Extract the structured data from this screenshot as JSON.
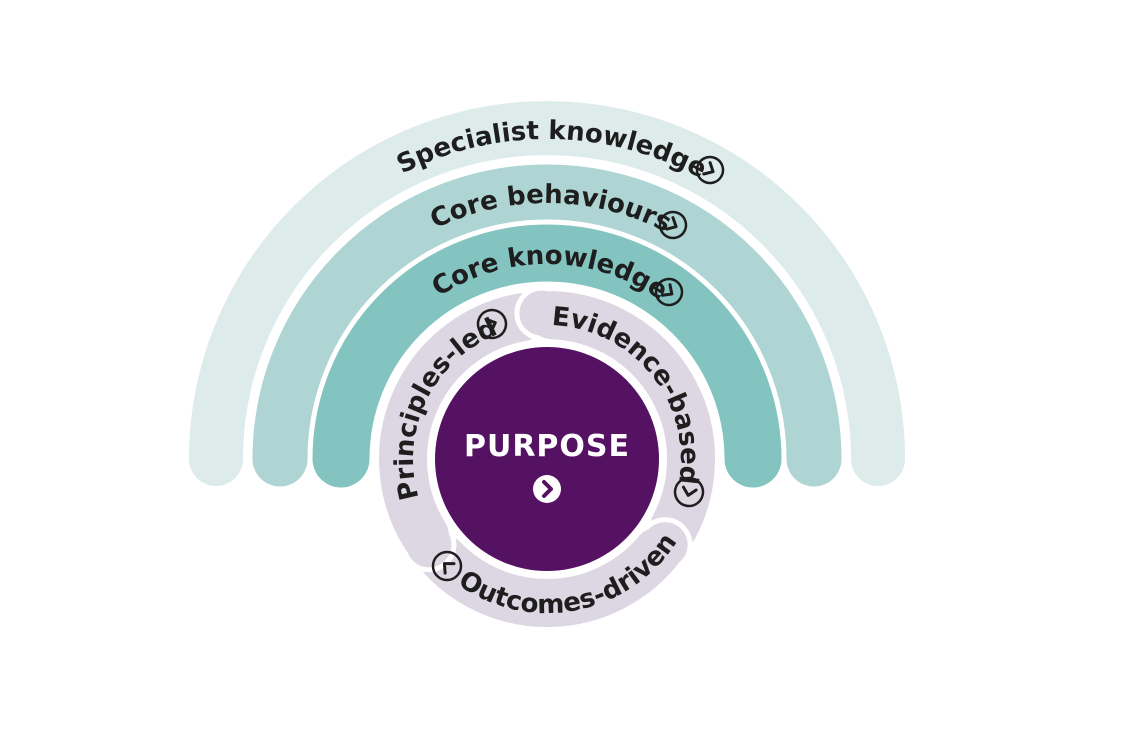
{
  "colors": {
    "purple": "#551162",
    "lavender": "#ddd6e3",
    "teal_inner": "#83c3c0",
    "teal_middle": "#aed5d3",
    "teal_outer": "#ddeceb",
    "ink": "#1e1e1e",
    "white": "#ffffff"
  },
  "center": {
    "label": "PURPOSE",
    "icon": "chevron-right-icon"
  },
  "ring": {
    "segments": [
      {
        "label": "Principles-led",
        "icon": "chevron-circle-icon"
      },
      {
        "label": "Evidence-based",
        "icon": "chevron-circle-icon"
      },
      {
        "label": "Outcomes-driven",
        "icon": "chevron-circle-icon"
      }
    ]
  },
  "bands": [
    {
      "label": "Core knowledge",
      "icon": "chevron-circle-icon"
    },
    {
      "label": "Core behaviours",
      "icon": "chevron-circle-icon"
    },
    {
      "label": "Specialist knowledge",
      "icon": "chevron-circle-icon"
    }
  ]
}
